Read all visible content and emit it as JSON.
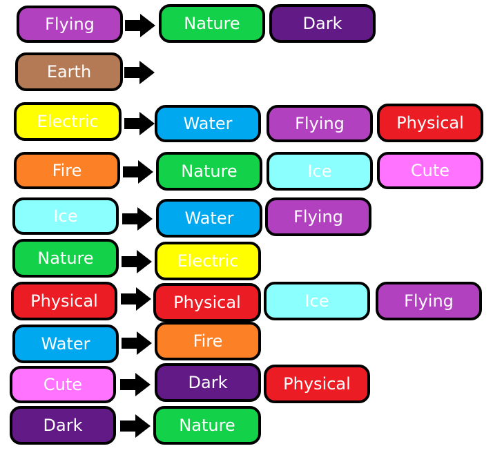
{
  "colors": {
    "Flying": "#b241bf",
    "Nature": "#14d14a",
    "Dark": "#621a86",
    "Earth": "#b47a56",
    "Electric": "#ffff00",
    "Water": "#00a8f0",
    "Physical": "#ec1c24",
    "Fire": "#fb8026",
    "Ice": "#8bfffd",
    "Cute": "#ff73ff"
  },
  "rows": [
    {
      "from": "Flying",
      "to": [
        "Nature",
        "Dark"
      ]
    },
    {
      "from": "Earth",
      "to": []
    },
    {
      "from": "Electric",
      "to": [
        "Water",
        "Flying",
        "Physical"
      ]
    },
    {
      "from": "Fire",
      "to": [
        "Nature",
        "Ice",
        "Cute"
      ]
    },
    {
      "from": "Ice",
      "to": [
        "Water",
        "Flying"
      ]
    },
    {
      "from": "Nature",
      "to": [
        "Electric"
      ]
    },
    {
      "from": "Physical",
      "to": [
        "Physical",
        "Ice",
        "Flying"
      ]
    },
    {
      "from": "Water",
      "to": [
        "Fire"
      ]
    },
    {
      "from": "Cute",
      "to": [
        "Dark",
        "Physical"
      ]
    },
    {
      "from": "Dark",
      "to": [
        "Nature"
      ]
    }
  ]
}
